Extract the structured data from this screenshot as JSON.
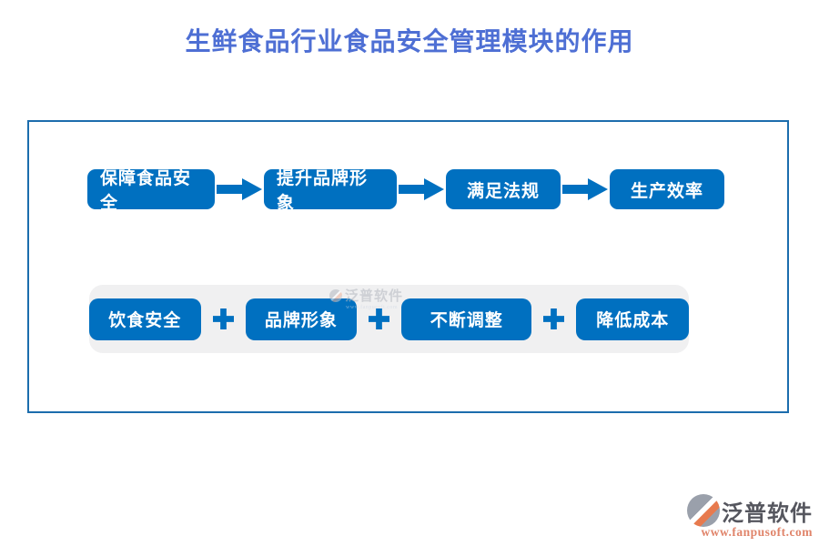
{
  "title": "生鲜食品行业食品安全管理模块的作用",
  "flow": {
    "steps": [
      {
        "label": "保障食品安全"
      },
      {
        "label": "提升品牌形象"
      },
      {
        "label": "满足法规"
      },
      {
        "label": "生产效率"
      }
    ],
    "connector": "arrow-right"
  },
  "formula": {
    "items": [
      {
        "label": "饮食安全"
      },
      {
        "label": "品牌形象"
      },
      {
        "label": "不断调整"
      },
      {
        "label": "降低成本"
      }
    ],
    "operator": "+"
  },
  "watermark": {
    "brand": "泛普软件",
    "url": "www.fanpusoft.com"
  },
  "footer": {
    "brand": "泛普软件",
    "url": "www.fanpusoft.com"
  },
  "colors": {
    "primary_blue": "#0070C0",
    "title_blue": "#4E6FD4",
    "box_border": "#1C6DAD",
    "panel_gray": "#F0F0F1",
    "footer_url_orange": "#E0846A",
    "footer_brand_gray": "#55565E"
  }
}
